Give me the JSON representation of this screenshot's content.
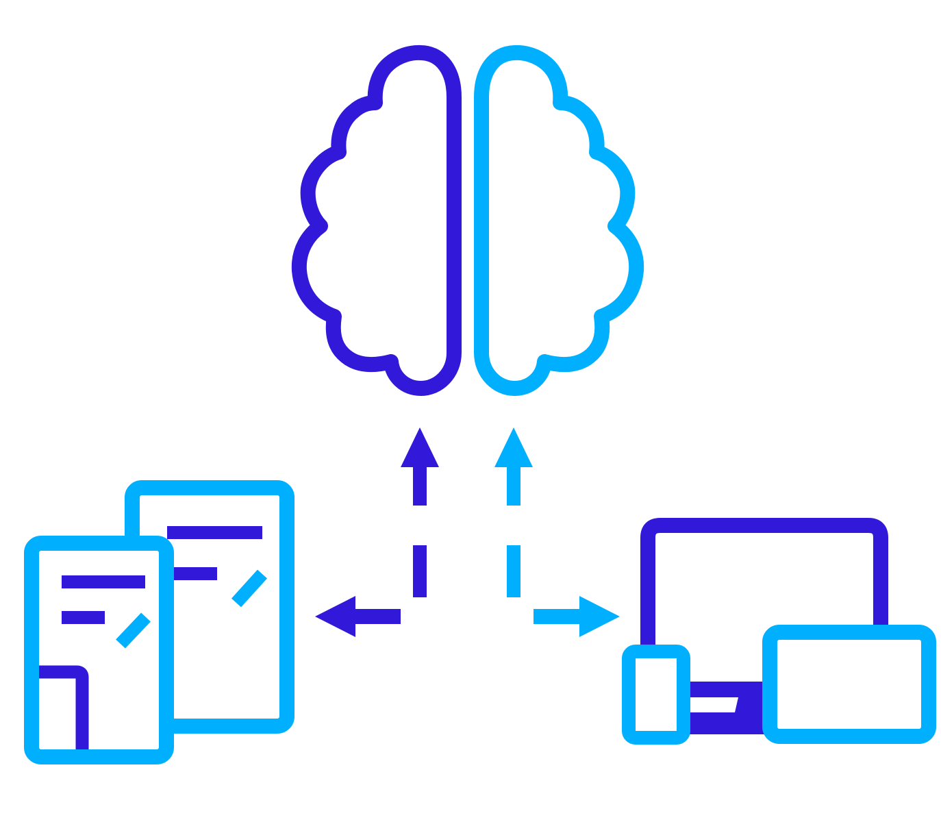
{
  "figure": {
    "type": "icon-diagram",
    "background": "#ffffff",
    "colors": {
      "primary": "#3218d8",
      "secondary": "#00b0ff"
    },
    "icons": {
      "brain": "brain-icon",
      "documents": "documents-icon",
      "devices": "devices-icon"
    },
    "arrows": [
      {
        "from": "documents",
        "to": "brain",
        "style": "dashed",
        "color": "primary"
      },
      {
        "from": "devices",
        "to": "brain",
        "style": "dashed",
        "color": "secondary"
      },
      {
        "direction": "left",
        "toward": "documents",
        "color": "primary"
      },
      {
        "direction": "right",
        "toward": "devices",
        "color": "secondary"
      }
    ]
  }
}
